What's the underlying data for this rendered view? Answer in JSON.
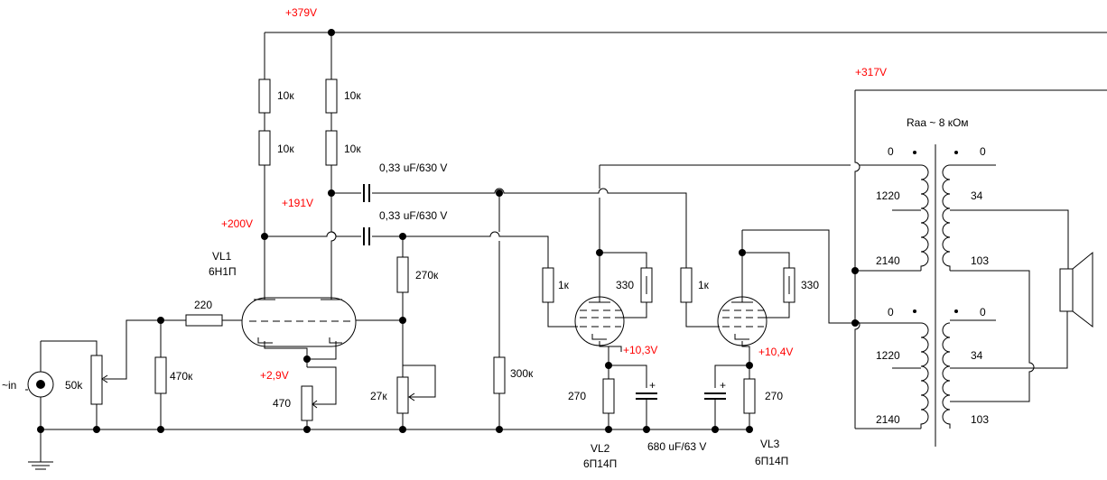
{
  "voltages": {
    "b_plus": "+379V",
    "screen": "+317V",
    "vl1_anode_left": "+200V",
    "vl1_anode_right": "+191V",
    "vl1_cathode": "+2,9V",
    "vl2_cathode": "+10,3V",
    "vl3_cathode": "+10,4V"
  },
  "resistors": {
    "r_top_left_1": "10к",
    "r_top_left_2": "10к",
    "r_top_right_1": "10к",
    "r_top_right_2": "10к",
    "r_input_series": "220",
    "r_input_ground": "470к",
    "pot_input": "50k",
    "r_cathode_vl1": "470",
    "r_grid_upper": "270к",
    "pot_feedback": "27к",
    "r_grid_vl3": "300к",
    "r_grid_stop_vl2": "1к",
    "r_screen_vl2": "330",
    "r_grid_stop_vl3": "1к",
    "r_screen_vl3": "330",
    "r_cathode_vl2": "270",
    "r_cathode_vl3": "270"
  },
  "capacitors": {
    "c_coupling_upper": "0,33 uF/630 V",
    "c_coupling_lower": "0,33 uF/630 V",
    "c_cathode_bypass": "680 uF/63 V",
    "plus_sign": "+"
  },
  "tubes": {
    "vl1_designator": "VL1",
    "vl1_type": "6Н1П",
    "vl2_designator": "VL2",
    "vl2_type": "6П14П",
    "vl3_designator": "VL3",
    "vl3_type": "6П14П"
  },
  "transformer": {
    "impedance": "Raa ~ 8 кОм",
    "upper_primary": [
      "0",
      "1220",
      "2140"
    ],
    "upper_secondary": [
      "0",
      "34",
      "103"
    ],
    "lower_primary": [
      "0",
      "1220",
      "2140"
    ],
    "lower_secondary": [
      "0",
      "34",
      "103"
    ]
  },
  "input": {
    "label": "~in"
  }
}
